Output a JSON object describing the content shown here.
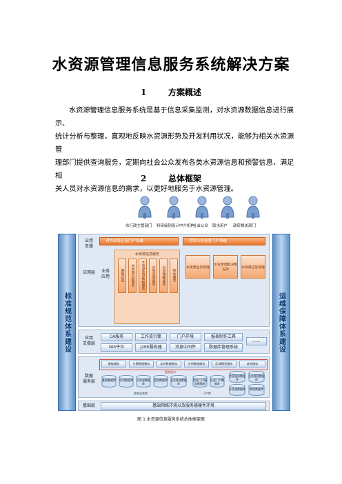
{
  "doc": {
    "title": "水资源管理信息服务系统解决方案",
    "section1": {
      "num": "1",
      "title": "方案概述"
    },
    "paragraph_lines": [
      "水资源管理信息服务系统是基于信息采集监测，对水资源数据信息进行展示、",
      "统计分析与整理，直观地反映水资源形势及开发利用状况，能够为相关水资源管",
      "理部门提供查询服务，定期向社会公众发布各类水资源信息和预警信息，满足相",
      "关人员对水资源信息的需求，以更好地服务于水资源管理。"
    ],
    "section2": {
      "num": "2",
      "title": "总体框架"
    },
    "caption": "图 1 水资源信息服务系统总体框架图"
  },
  "diagram": {
    "users": [
      "水行政主管部门",
      "科研级别设计中介机构",
      "社会公众",
      "取水用户",
      "政府相关部门"
    ],
    "left_bar": "标准规范体系建设",
    "right_bar": "运维保障体系建设",
    "layers": {
      "app": {
        "name": "应用层",
        "app_hint": "应用\n支撑",
        "portal_internal": "对内业务应用门户系统",
        "portal_external": "对外公众信息门户系统",
        "business_label": "业务\n应用",
        "core_title": "水资源信息服务",
        "core_services": [
          "基础信息",
          "水资源公报服务",
          "水资源监测数据服务",
          "应急监测服务",
          "信息预警服务",
          "综合服务"
        ],
        "right_services": [
          "水资源业务管理",
          "水资源调配决策支持",
          "水资源应急管理"
        ]
      },
      "support": {
        "name": "应用\n支撑层",
        "buttons": [
          "CA服务",
          "工作流引擎",
          "门户环境",
          "报表制作工具",
          "GIS平台",
          "J2EE服务器",
          "消息中间件",
          "数据库管理系统"
        ],
        "more": "......"
      },
      "data": {
        "name": "数据\n服务层",
        "service_buttons": [
          "基础服务",
          "专题数据服务",
          "实时数据服务",
          "空间数据服务",
          "区域模型服务",
          "其他服务"
        ],
        "bus_label": "服务接口",
        "databases": [
          "基础数据库",
          "空间数据库",
          "水资源数据库",
          "监测数据库",
          "业务管理数据库"
        ],
        "db_group_label": "综合业务库",
        "shared_dbs": [
          "信息门户服务数据库",
          "社会门户数据库"
        ],
        "shared_label": "门户库",
        "right_dbs": [
          "信息服务数据库",
          "业务管理数据库",
          "水资源数据库",
          "其他数据库"
        ]
      },
      "base": {
        "name": "基础层",
        "bar": "基础网络环境以及服务器硬件环境"
      }
    }
  }
}
